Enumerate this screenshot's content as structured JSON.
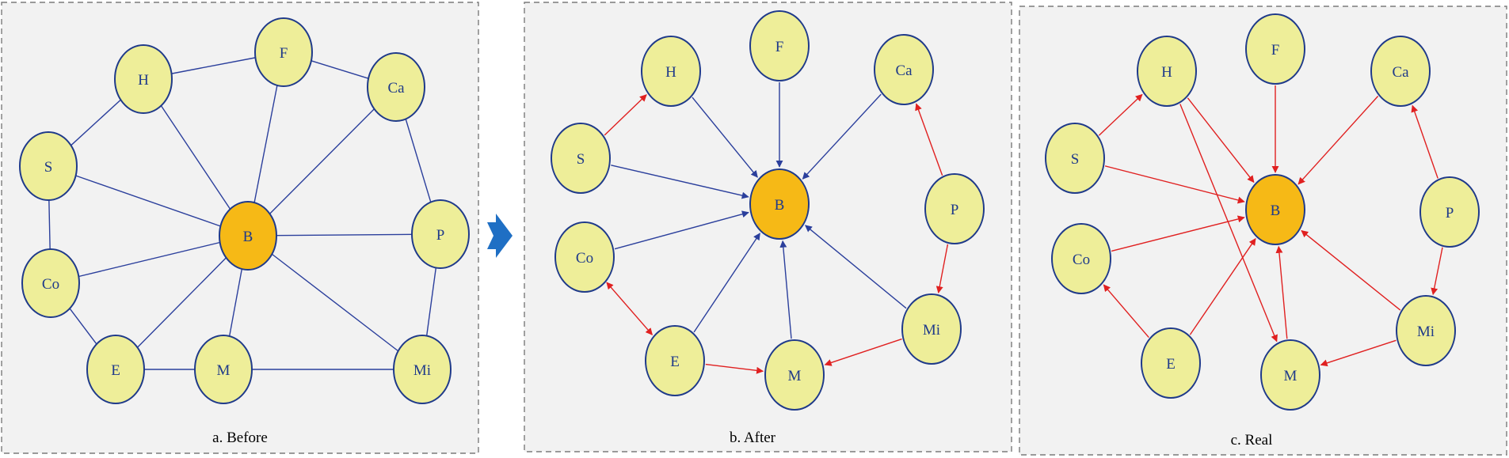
{
  "colors": {
    "node_fill": "#eeee99",
    "central_fill": "#f6b916",
    "node_stroke": "#1f3a8a",
    "edge_blue": "#2b3f9c",
    "edge_red": "#e02020",
    "arrow": "#1f6fc4"
  },
  "nodes": {
    "B": "B",
    "H": "H",
    "F": "F",
    "Ca": "Ca",
    "S": "S",
    "P": "P",
    "Co": "Co",
    "E": "E",
    "M": "M",
    "Mi": "Mi"
  },
  "panels": [
    {
      "id": "before",
      "caption": "a. Before",
      "directed": false,
      "edges": [
        [
          "H",
          "F",
          "blue"
        ],
        [
          "F",
          "Ca",
          "blue"
        ],
        [
          "Ca",
          "P",
          "blue"
        ],
        [
          "P",
          "Mi",
          "blue"
        ],
        [
          "Mi",
          "M",
          "blue"
        ],
        [
          "M",
          "E",
          "blue"
        ],
        [
          "E",
          "Co",
          "blue"
        ],
        [
          "Co",
          "S",
          "blue"
        ],
        [
          "S",
          "H",
          "blue"
        ],
        [
          "B",
          "H",
          "blue"
        ],
        [
          "B",
          "F",
          "blue"
        ],
        [
          "B",
          "Ca",
          "blue"
        ],
        [
          "B",
          "S",
          "blue"
        ],
        [
          "B",
          "P",
          "blue"
        ],
        [
          "B",
          "Co",
          "blue"
        ],
        [
          "B",
          "E",
          "blue"
        ],
        [
          "B",
          "M",
          "blue"
        ],
        [
          "B",
          "Mi",
          "blue"
        ]
      ]
    },
    {
      "id": "after",
      "caption": "b. After",
      "directed": true,
      "edges": [
        [
          "H",
          "B",
          "blue"
        ],
        [
          "F",
          "B",
          "blue"
        ],
        [
          "Ca",
          "B",
          "blue"
        ],
        [
          "S",
          "B",
          "blue"
        ],
        [
          "Co",
          "B",
          "blue"
        ],
        [
          "E",
          "B",
          "blue"
        ],
        [
          "M",
          "B",
          "blue"
        ],
        [
          "Mi",
          "B",
          "blue"
        ],
        [
          "S",
          "H",
          "red"
        ],
        [
          "P",
          "Ca",
          "red"
        ],
        [
          "P",
          "Mi",
          "red"
        ],
        [
          "Mi",
          "M",
          "red"
        ],
        [
          "E",
          "M",
          "red"
        ],
        [
          "Co",
          "E",
          "red"
        ],
        [
          "E",
          "Co",
          "red"
        ]
      ]
    },
    {
      "id": "real",
      "caption": "c. Real",
      "directed": true,
      "edges": [
        [
          "S",
          "H",
          "red"
        ],
        [
          "H",
          "B",
          "red"
        ],
        [
          "F",
          "B",
          "red"
        ],
        [
          "Ca",
          "B",
          "red"
        ],
        [
          "S",
          "B",
          "red"
        ],
        [
          "Co",
          "B",
          "red"
        ],
        [
          "E",
          "B",
          "red"
        ],
        [
          "M",
          "B",
          "red"
        ],
        [
          "Mi",
          "B",
          "red"
        ],
        [
          "P",
          "Ca",
          "red"
        ],
        [
          "P",
          "Mi",
          "red"
        ],
        [
          "Mi",
          "M",
          "red"
        ],
        [
          "H",
          "M",
          "red"
        ],
        [
          "E",
          "Co",
          "red"
        ]
      ]
    }
  ]
}
